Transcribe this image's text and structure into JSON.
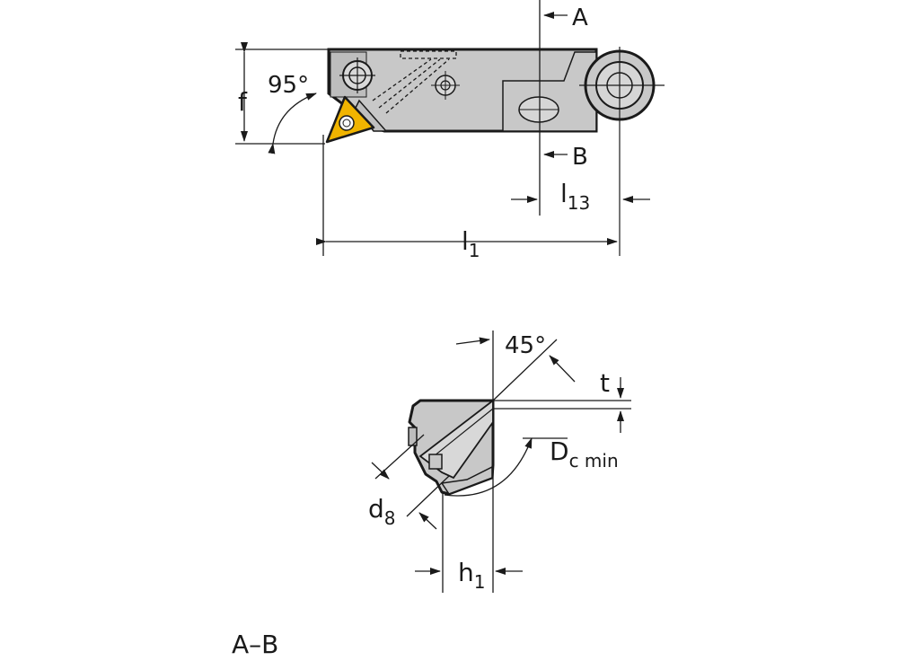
{
  "top_view": {
    "angle_label": "95°",
    "f_label": "f",
    "section_a_label": "A",
    "section_b_label": "B",
    "l13_main": "l",
    "l13_sub": "13",
    "l1_main": "l",
    "l1_sub": "1"
  },
  "section_view": {
    "angle_label": "45°",
    "t_label": "t",
    "dc_main": "D",
    "dc_sub": "c min",
    "d8_main": "d",
    "d8_sub": "8",
    "h1_main": "h",
    "h1_sub": "1",
    "caption": "A–B"
  },
  "colors": {
    "body_gray": "#c8c8c8",
    "insert_gold": "#f0b400",
    "line": "#1a1a1a"
  }
}
